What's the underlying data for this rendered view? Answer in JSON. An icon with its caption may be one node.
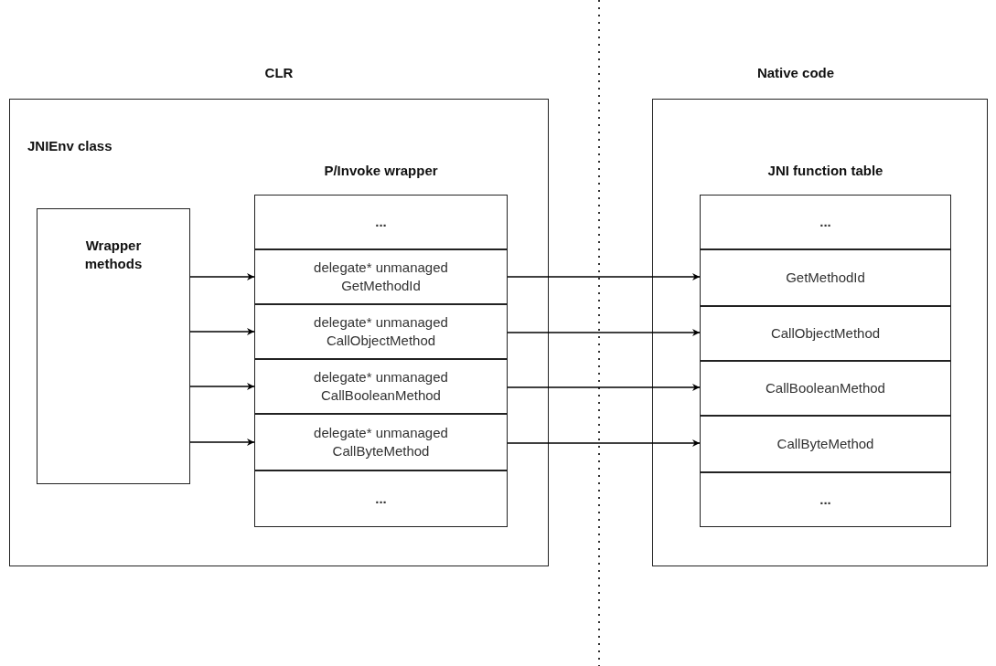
{
  "diagram": {
    "nodes": [
      {
        "text": [
          "JNIEnv class"
        ]
      },
      {
        "text": [
          "Wrapper methods"
        ],
        "in": 0
      },
      {
        "text": [
          "P/Invoke wrapper"
        ],
        "in": 0
      },
      {
        "text": [
          "..."
        ],
        "in": 2
      },
      {
        "text": [
          "delegate* unmanaged GetMethodId"
        ],
        "in": 2
      },
      {
        "text": [
          "delegate* unmanaged CallObjectMethod"
        ],
        "in": 2
      },
      {
        "text": [
          "delegate* unmanaged CallBooleanMethod"
        ],
        "in": 2
      },
      {
        "text": [
          "delegate* unmanaged CallByteMethod"
        ],
        "in": 2
      },
      {
        "text": [
          "..."
        ],
        "in": 2
      },
      {
        "text": [],
        "shape": "box"
      },
      {
        "text": [
          "JNI function table"
        ],
        "in": 9
      },
      {
        "text": [
          "..."
        ],
        "in": 10
      },
      {
        "text": [
          "GetMethodId"
        ],
        "in": 10
      },
      {
        "text": [
          "CallObjectMethod"
        ],
        "in": 10
      },
      {
        "text": [
          "CallBooleanMethod"
        ],
        "in": 10
      },
      {
        "text": [
          "CallByteMethod"
        ],
        "in": 10
      },
      {
        "text": [
          "..."
        ],
        "in": 10
      }
    ],
    "edges": [
      {
        "from": 1,
        "to": 4,
        "arrow": "to"
      },
      {
        "from": 1,
        "to": 5,
        "arrow": "to"
      },
      {
        "from": 1,
        "to": 6,
        "arrow": "to"
      },
      {
        "from": 1,
        "to": 7,
        "arrow": "to"
      },
      {
        "from": 4,
        "to": 12,
        "arrow": "to"
      },
      {
        "from": 5,
        "to": 13,
        "arrow": "to"
      },
      {
        "from": 6,
        "to": 14,
        "arrow": "to"
      },
      {
        "from": 7,
        "to": 15,
        "arrow": "to"
      }
    ],
    "labels": [
      "CLR",
      "Native code"
    ]
  }
}
